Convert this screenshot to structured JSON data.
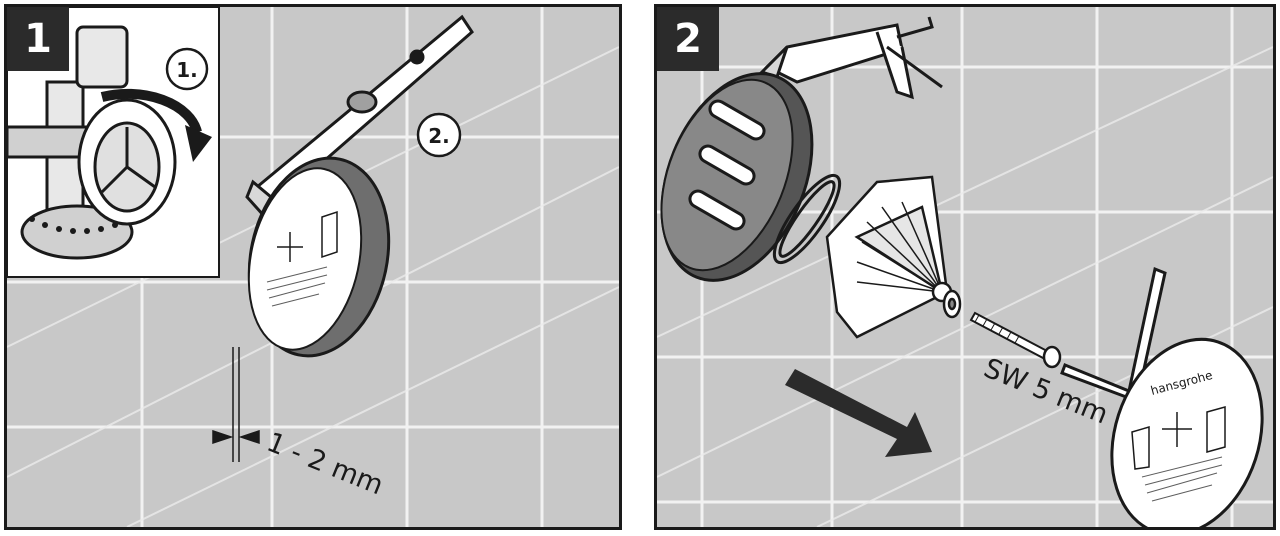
{
  "steps": [
    {
      "number": "1",
      "substeps": [
        "1.",
        "2."
      ],
      "gap_label": "1 - 2 mm"
    },
    {
      "number": "2",
      "tool_label": "SW 5 mm",
      "brand": "hansgrohe"
    }
  ],
  "colors": {
    "wall": "#c8c8c8",
    "grout": "#f2f2f2",
    "frame": "#1a1a1a",
    "badge": "#2b2b2b",
    "rosette": "#6e6e6e",
    "part_fill": "#ffffff"
  },
  "icons": [
    "tile-wall",
    "valve-body",
    "rotation-arrow",
    "rosette-ring",
    "caulk-gun",
    "seal-ring",
    "mounting-bracket",
    "screw",
    "washer",
    "hex-key",
    "cover-plate",
    "direction-arrow"
  ]
}
